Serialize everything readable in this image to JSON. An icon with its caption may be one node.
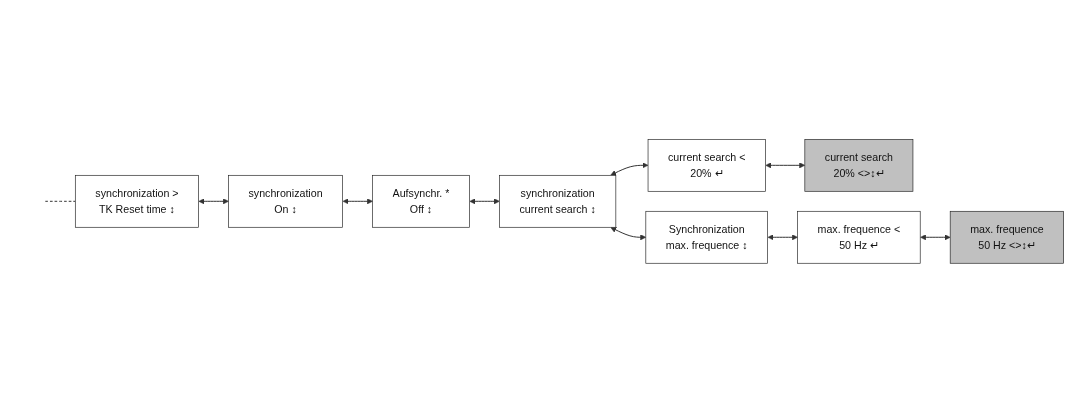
{
  "diagram": {
    "nodes": [
      {
        "text": [
          "synchronization >",
          "TK Reset time ↕"
        ]
      },
      {
        "text": [
          "synchronization",
          "On ↕"
        ]
      },
      {
        "text": [
          "Aufsynchr. *",
          "Off ↕"
        ]
      },
      {
        "text": [
          "synchronization",
          "current search ↕"
        ]
      },
      {
        "text": [
          "current search <",
          "20% ↵"
        ]
      },
      {
        "text": [
          "current search",
          "20% <>↕↵"
        ]
      },
      {
        "text": [
          "Synchronization",
          "max. frequence ↕"
        ]
      },
      {
        "text": [
          "max. frequence <",
          "50 Hz ↵"
        ]
      },
      {
        "text": [
          "max. frequence",
          "50 Hz <>↕↵"
        ]
      }
    ],
    "edges": [
      {
        "from": null,
        "to": 0,
        "arrow": "none",
        "style": "dashed"
      },
      {
        "from": 0,
        "to": 1,
        "arrow": "both"
      },
      {
        "from": 1,
        "to": 2,
        "arrow": "both"
      },
      {
        "from": 2,
        "to": 3,
        "arrow": "both"
      },
      {
        "from": 3,
        "to": 4,
        "arrow": "both"
      },
      {
        "from": 4,
        "to": 5,
        "arrow": "both"
      },
      {
        "from": 3,
        "to": 6,
        "arrow": "both"
      },
      {
        "from": 6,
        "to": 7,
        "arrow": "both"
      },
      {
        "from": 7,
        "to": 8,
        "arrow": "both"
      }
    ]
  }
}
